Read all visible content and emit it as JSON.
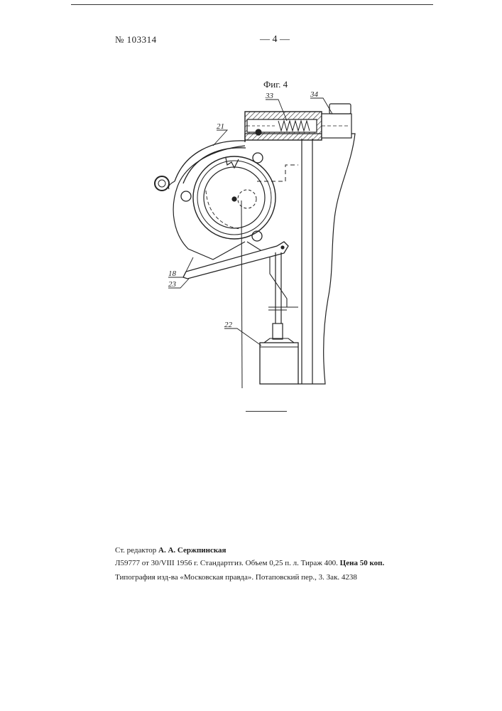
{
  "header": {
    "patent_number": "№ 103314",
    "page_number": "— 4 —"
  },
  "figure": {
    "label": "Фиг. 4",
    "callouts": [
      "33",
      "34",
      "21",
      "18",
      "23",
      "22"
    ]
  },
  "imprint": {
    "editor_prefix": "Ст. редактор",
    "editor_name": "А. А. Сержпинская",
    "line2_main": "Л59777 от 30/VIII 1956 г.  Стандартгиз.  Объем 0,25 п. л.  Тираж 400.",
    "line2_price": "Цена 50 коп.",
    "line3": "Типография изд-ва «Московская правда».  Потаповский пер., 3.  Зак. 4238"
  }
}
